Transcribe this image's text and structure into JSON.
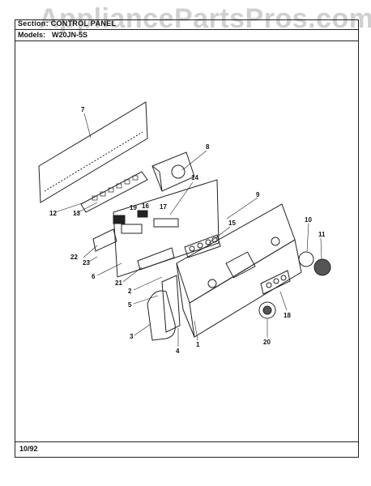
{
  "header": {
    "watermark": "AppliancePartsPros.com",
    "section_label": "Section: CONTROL PANEL",
    "models_label": "Models:",
    "models_value": "W20JN-5S"
  },
  "footer": {
    "date_code": "10/92"
  },
  "callouts": [
    "1",
    "2",
    "3",
    "4",
    "5",
    "6",
    "7",
    "8",
    "9",
    "10",
    "11",
    "12",
    "13",
    "14",
    "15",
    "16",
    "17",
    "18",
    "19",
    "20",
    "21",
    "22",
    "23"
  ]
}
